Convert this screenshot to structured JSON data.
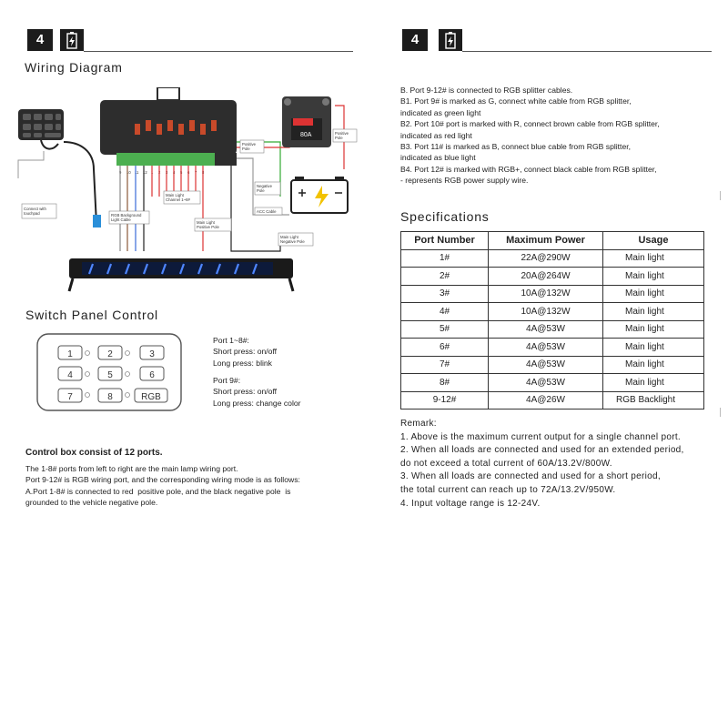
{
  "header": {
    "page_number": "4"
  },
  "left": {
    "wiring_title": "Wiring Diagram",
    "diagram_labels": {
      "connect_touchpad": "Connect with\ntouchpad",
      "rgb_cable": "RGB Background\nLight Cable",
      "main_channel": "Main Light\nChannel 1~8#",
      "main_positive": "Main Light\nPositive Pole",
      "positive_pole_1": "Positive\nPole",
      "positive_pole_2": "Positive\nPole",
      "negative_pole": "Negative\nPole",
      "acc_cable": "ACC Cable",
      "main_negative": "Main Light\nNegative Pole",
      "fuse": "80A",
      "port_labels": [
        "9",
        "10",
        "11",
        "12",
        "1",
        "2",
        "3",
        "4",
        "5",
        "6",
        "7",
        "8"
      ]
    },
    "switch_title": "Switch Panel Control",
    "keys": [
      "1",
      "2",
      "3",
      "4",
      "5",
      "6",
      "7",
      "8",
      "RGB"
    ],
    "port18_text": "Port 1~8#:\nShort press: on/off\nLong press: blink",
    "port9_text": "Port 9#:\nShort press: on/off\nLong press: change color",
    "control_title": "Control box consist of 12 ports.",
    "control_text": "The 1-8# ports from left to right are the main lamp wiring port.\nPort 9-12# is RGB wiring port, and the corresponding wiring mode is as follows:\nA.Port 1-8# is connected to red  positive pole, and the black negative pole  is\ngrounded to the vehicle negative pole."
  },
  "right": {
    "b_text": "B. Port 9-12# is connected to RGB splitter cables.\nB1. Port 9# is marked as G, connect white cable from RGB splitter,\nindicated as green light\nB2. Port 10# port is marked with R, connect brown cable from RGB splitter,\nindicated as red light\nB3. Port 11# is marked as B, connect blue cable from RGB splitter,\nindicated as blue light\nB4. Port 12# is marked with RGB+, connect black cable from RGB splitter,\n- represents RGB power supply wire.",
    "spec_title": "Specifications",
    "table": {
      "headers": [
        "Port Number",
        "Maximum Power",
        "Usage"
      ],
      "rows": [
        [
          "1#",
          "22A@290W",
          "Main  light"
        ],
        [
          "2#",
          "20A@264W",
          "Main  light"
        ],
        [
          "3#",
          "10A@132W",
          "Main  light"
        ],
        [
          "4#",
          "10A@132W",
          "Main  light"
        ],
        [
          "5#",
          "4A@53W",
          "Main  light"
        ],
        [
          "6#",
          "4A@53W",
          "Main  light"
        ],
        [
          "7#",
          "4A@53W",
          "Main  light"
        ],
        [
          "8#",
          "4A@53W",
          "Main  light"
        ],
        [
          "9-12#",
          "4A@26W",
          "RGB Backlight"
        ]
      ]
    },
    "remark_text": "Remark:\n1. Above is the maximum current output for a single channel port.\n2. When all loads are connected and used for an extended period,\ndo not exceed a total current of 60A/13.2V/800W.\n3. When all loads are connected and used for a short period,\nthe total current can reach up to 72A/13.2V/950W.\n4. Input voltage range is 12-24V."
  },
  "colors": {
    "dark": "#1c1c1c",
    "red_wire": "#d33",
    "green_wire": "#3a3",
    "blue_light": "#2a5bd7",
    "terminal_green": "#4caf50"
  }
}
